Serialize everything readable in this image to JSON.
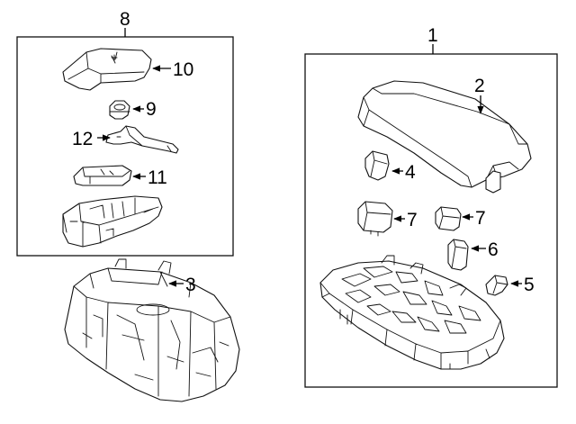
{
  "callouts": {
    "c1": "1",
    "c2": "2",
    "c3": "3",
    "c4": "4",
    "c5": "5",
    "c6": "6",
    "c7a": "7",
    "c7b": "7",
    "c8": "8",
    "c9": "9",
    "c10": "10",
    "c11": "11",
    "c12": "12"
  },
  "colors": {
    "line": "#111111",
    "background": "#ffffff"
  }
}
